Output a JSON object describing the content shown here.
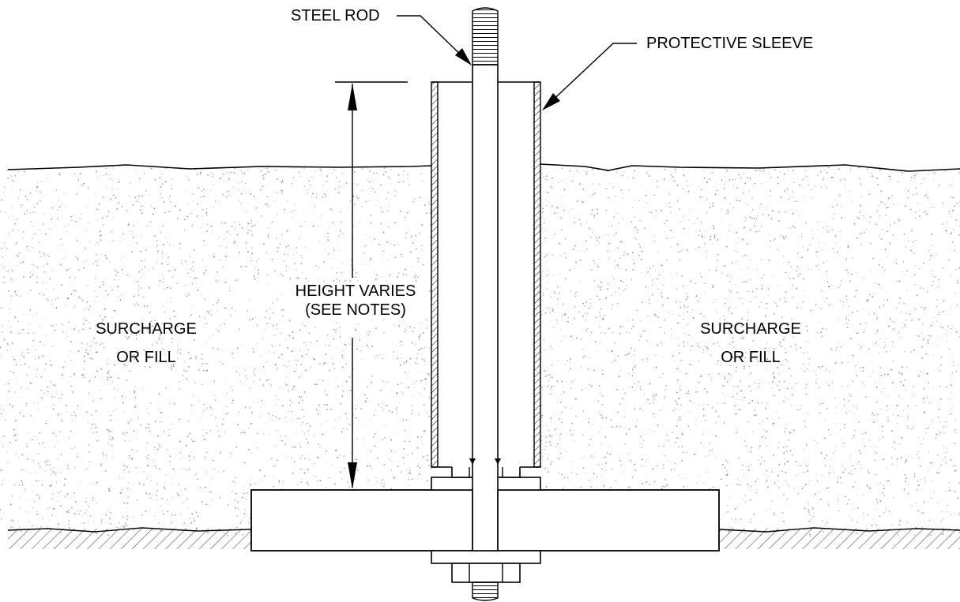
{
  "labels": {
    "steel_rod": "STEEL ROD",
    "protective_sleeve": "PROTECTIVE SLEEVE",
    "height_line1": "HEIGHT VARIES",
    "height_line2": "(SEE NOTES)",
    "left_fill_line1": "SURCHARGE",
    "left_fill_line2": "OR FILL",
    "right_fill_line1": "SURCHARGE",
    "right_fill_line2": "OR FILL"
  },
  "colors": {
    "line": "#000000",
    "stipple": "#8a8a8a",
    "hatch": "#555555",
    "background": "#ffffff"
  }
}
